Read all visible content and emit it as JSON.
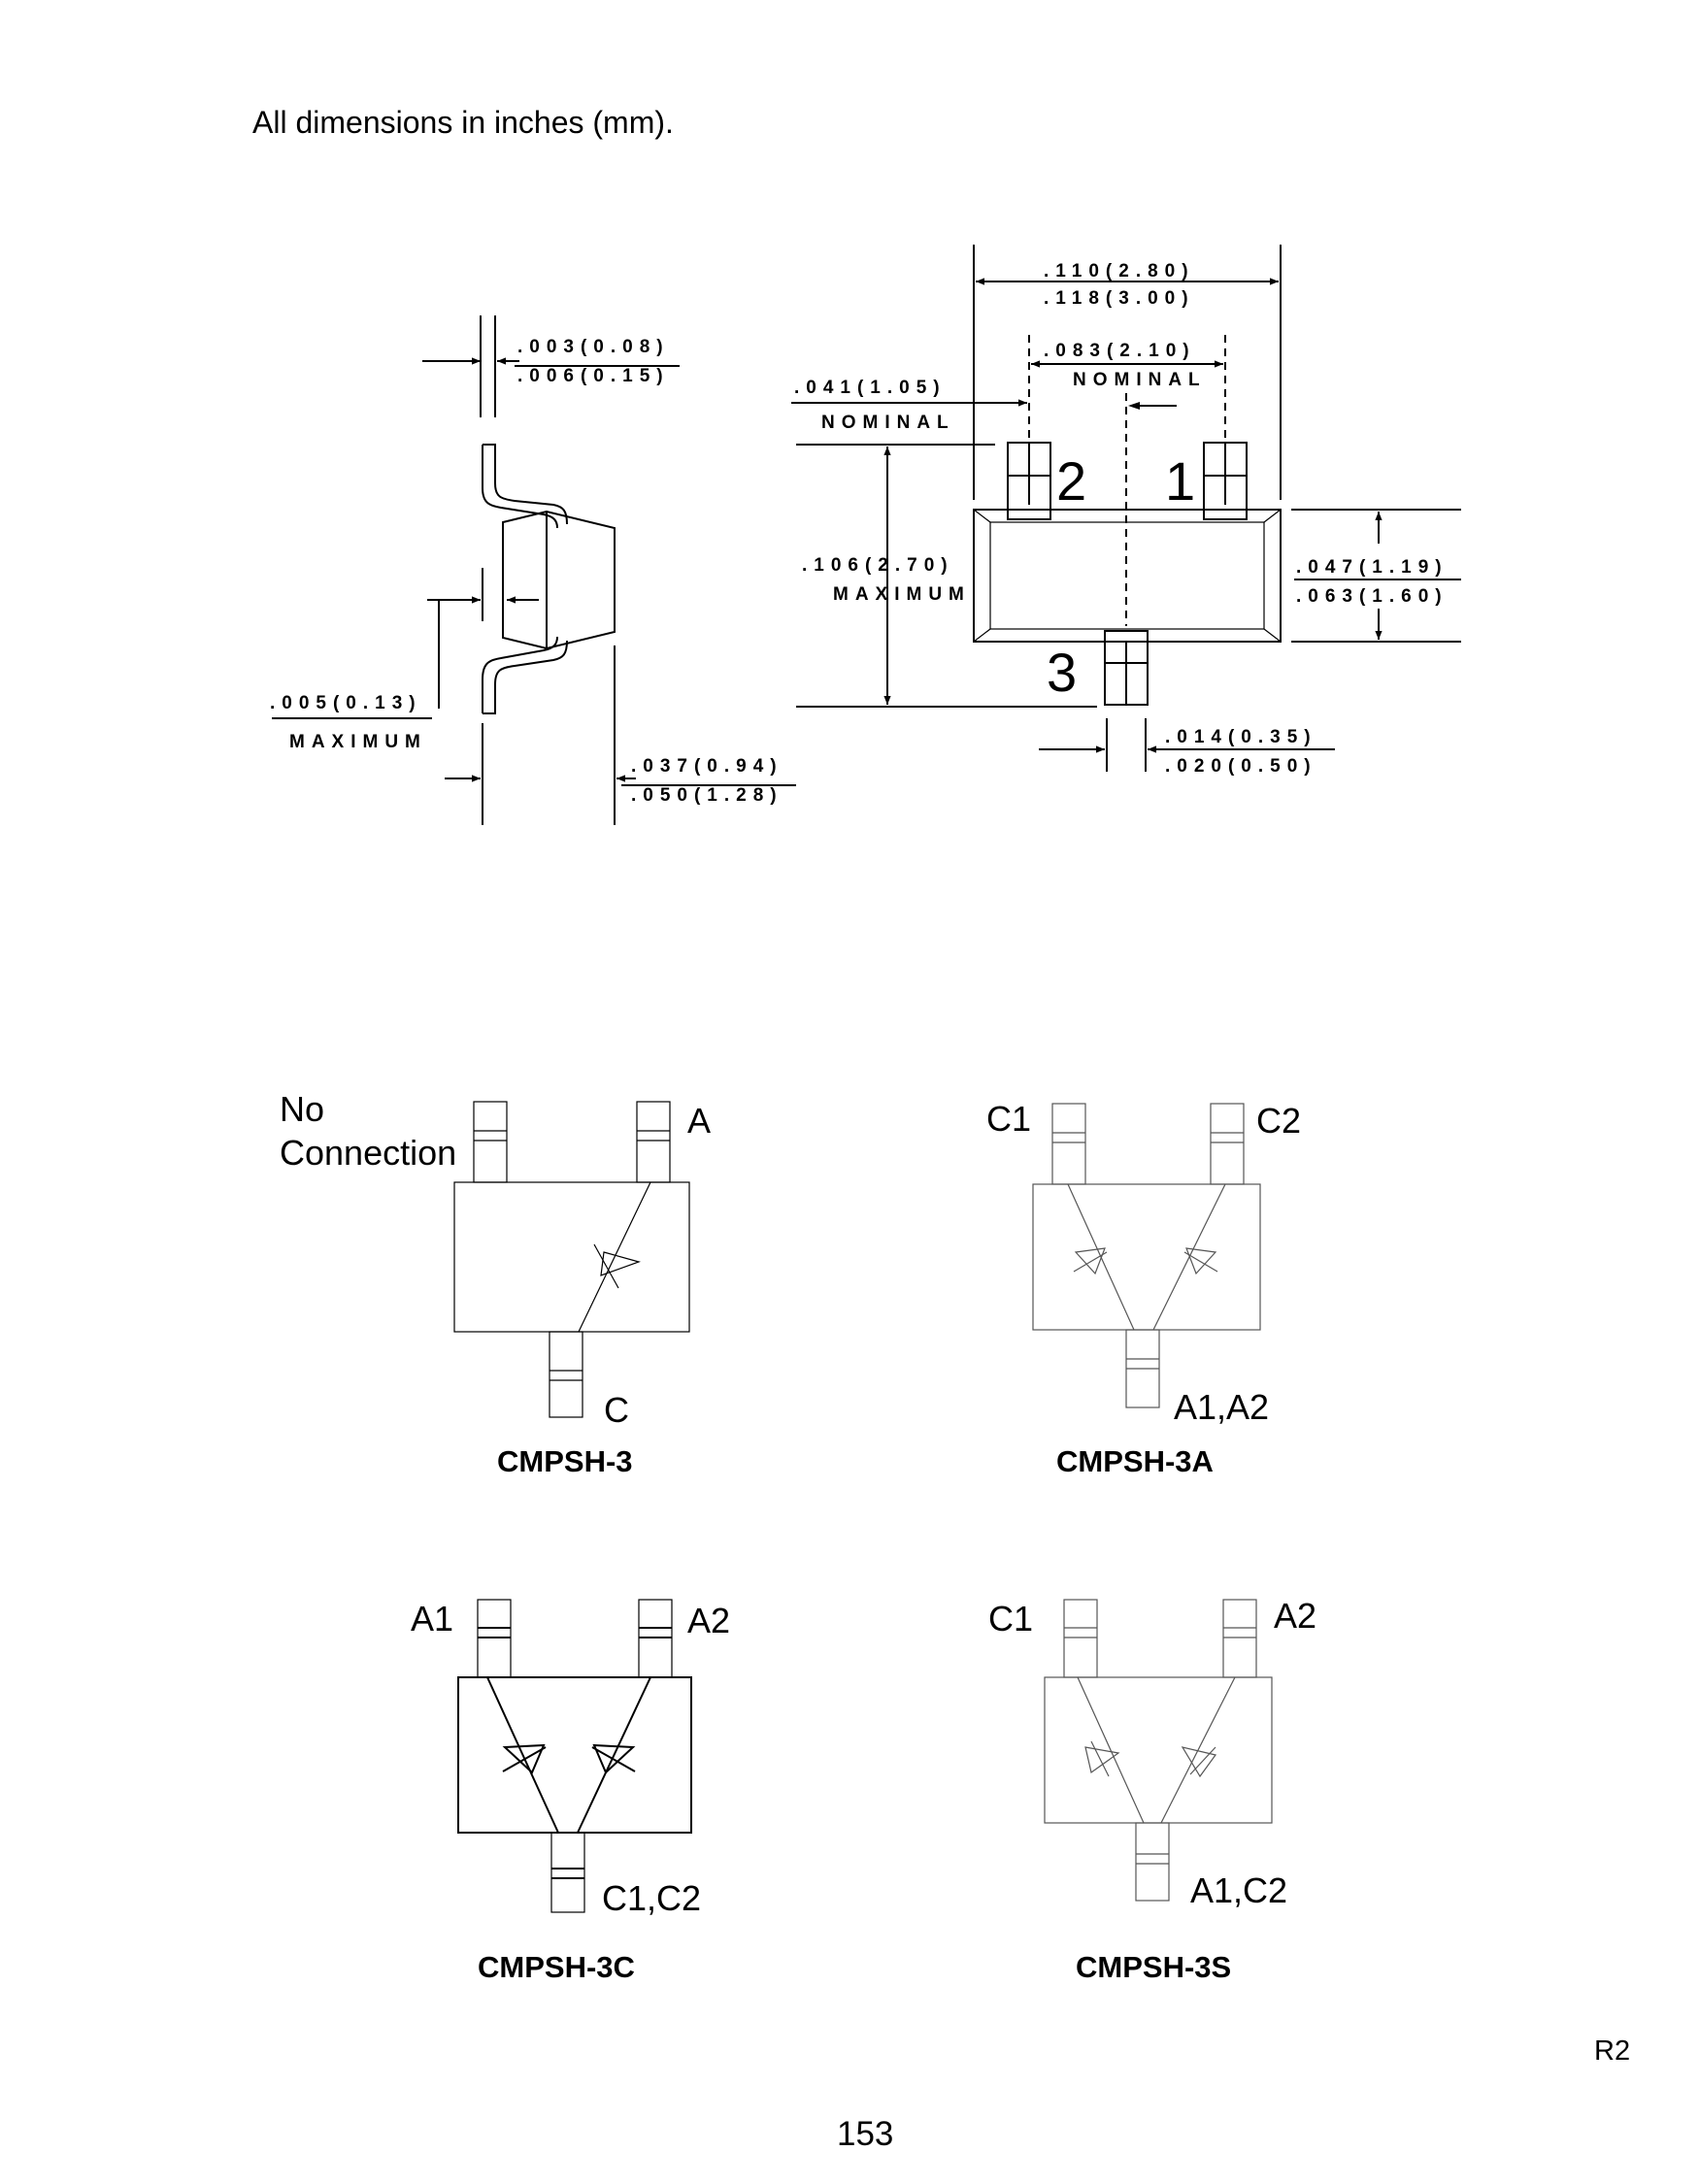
{
  "header": {
    "note": "All dimensions in inches (mm)."
  },
  "side_view": {
    "lead_thickness": {
      "min": ".003(0.08)",
      "max": ".006(0.15)"
    },
    "standoff": {
      "value": ".005(0.13)",
      "qualifier": "MAXIMUM"
    },
    "height": {
      "min": ".037(0.94)",
      "max": ".050(1.28)"
    }
  },
  "top_view": {
    "overall_length": {
      "min": ".110(2.80)",
      "max": ".118(3.00)"
    },
    "lead_pitch": {
      "value": ".083(2.10)",
      "qualifier": "NOMINAL"
    },
    "lead_offset": {
      "value": ".041(1.05)",
      "qualifier": "NOMINAL"
    },
    "overall_width": {
      "value": ".106(2.70)",
      "qualifier": "MAXIMUM"
    },
    "body_width": {
      "min": ".047(1.19)",
      "max": ".063(1.60)"
    },
    "lead_width": {
      "min": ".014(0.35)",
      "max": ".020(0.50)"
    },
    "pins": [
      "1",
      "2",
      "3"
    ]
  },
  "configs": [
    {
      "name": "CMPSH-3",
      "pin_top_left": "No\nConnection",
      "pin_top_left_line1": "No",
      "pin_top_left_line2": "Connection",
      "pin_top_right": "A",
      "pin_bottom": "C"
    },
    {
      "name": "CMPSH-3A",
      "pin_top_left": "C1",
      "pin_top_right": "C2",
      "pin_bottom": "A1,A2"
    },
    {
      "name": "CMPSH-3C",
      "pin_top_left": "A1",
      "pin_top_right": "A2",
      "pin_bottom": "C1,C2"
    },
    {
      "name": "CMPSH-3S",
      "pin_top_left": "C1",
      "pin_top_right": "A2",
      "pin_bottom": "A1,C2"
    }
  ],
  "footer": {
    "revision": "R2",
    "page_number": "153"
  }
}
